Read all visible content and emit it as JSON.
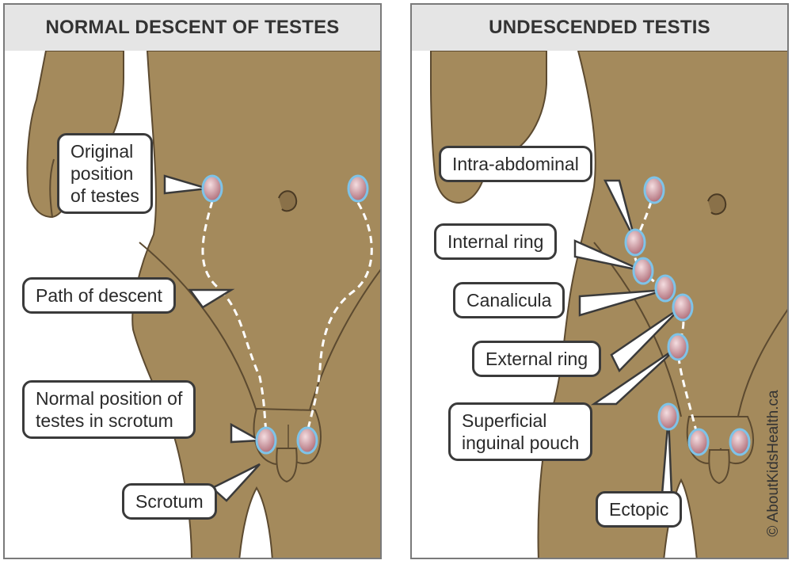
{
  "panels": {
    "left": {
      "title": "NORMAL DESCENT OF TESTES",
      "labels": {
        "original_position": [
          "Original",
          "position",
          "of testes"
        ],
        "path_of_descent": "Path of descent",
        "normal_position": [
          "Normal position of",
          "testes in scrotum"
        ],
        "scrotum": "Scrotum"
      }
    },
    "right": {
      "title": "UNDESCENDED TESTIS",
      "labels": {
        "intra_abdominal": "Intra-abdominal",
        "internal_ring": "Internal ring",
        "canalicula": "Canalicula",
        "external_ring": "External ring",
        "superficial_inguinal_pouch": [
          "Superficial",
          "inguinal pouch"
        ],
        "ectopic": "Ectopic"
      }
    }
  },
  "copyright": "© AboutKidsHealth.ca",
  "colors": {
    "skin": "#a48a5c",
    "skin_outline": "#5c4a30",
    "testis_fill": "#c98a92",
    "testis_ring": "#7ec3e8",
    "header_bg": "#e5e5e5",
    "label_border": "#3a3a3a"
  }
}
